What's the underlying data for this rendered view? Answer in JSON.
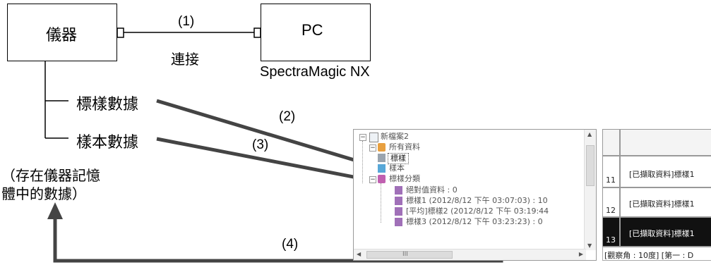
{
  "nodes": {
    "instrument": "儀器",
    "pc": "PC",
    "software": "SpectraMagic NX",
    "target_data": "標樣數據",
    "sample_data": "樣本數據",
    "memory_note_line1": "（存在儀器記憶",
    "memory_note_line2": "體中的數據）"
  },
  "connection": {
    "step": "(1)",
    "label": "連接"
  },
  "steps": {
    "step2": "(2)",
    "step3": "(3)",
    "step4": "(4)"
  },
  "tree_panel": {
    "items": [
      {
        "label": "新檔案2"
      },
      {
        "label": "所有資料"
      },
      {
        "label": "標樣"
      },
      {
        "label": "樣本"
      },
      {
        "label": "標樣分類"
      },
      {
        "label": "絕對值資料 : 0"
      },
      {
        "label": "標樣1 (2012/8/12 下午 03:07:03) : 10"
      },
      {
        "label": "[平均]標樣2 (2012/8/12 下午 03:19:44"
      },
      {
        "label": "標樣3 (2012/8/12 下午 03:23:23) : 0"
      }
    ],
    "hscroll_mark": "III"
  },
  "table_panel": {
    "rows": [
      {
        "num": "11",
        "text": "[已擷取資料]標樣1"
      },
      {
        "num": "12",
        "text": "[已擷取資料]標樣1"
      },
      {
        "num": "13",
        "text": "[已擷取資料]標樣1"
      }
    ],
    "status": "[觀察角 : 10度] [第一 : D"
  },
  "colors": {
    "arrow": "#444444",
    "tree_icon_gray": "#9aa4ae",
    "tree_icon_blue": "#58a8d8",
    "selected_row": "#111111"
  }
}
